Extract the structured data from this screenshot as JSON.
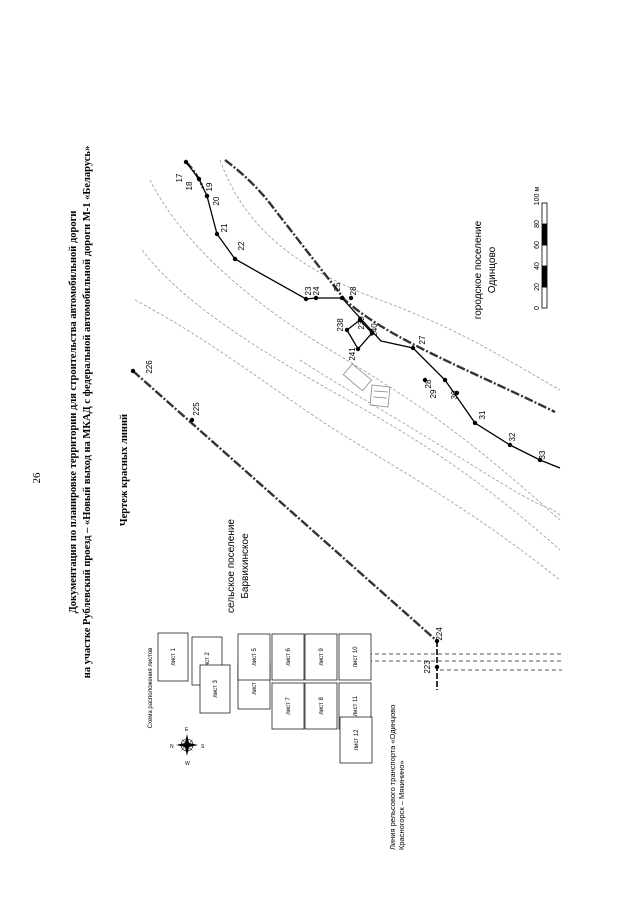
{
  "page_number": "26",
  "title": {
    "line1": "Документация по планировке территории для строительства автомобильной дороги",
    "line2": "на участке Рублевский проезд – «Новый выход на МКАД с федеральной автомобильной дороги М-1 «Беларусь»"
  },
  "drawing_title": "Чертеж красных линий",
  "areas": {
    "rural_line1": "сельское поселение",
    "rural_line2": "Барвихинское",
    "urban_line1": "городское поселение",
    "urban_line2": "Одинцово"
  },
  "railway_label": {
    "line1": "Линия рельсового транспорта «Одинцово",
    "line2": "Красногорск – Мякинино»"
  },
  "scale_bar": {
    "ticks": [
      "0",
      "20",
      "40",
      "60",
      "80",
      "100 м"
    ]
  },
  "scheme": {
    "title": "Схема расположения листов",
    "sheets": [
      "лист 1",
      "лист 2",
      "лист 3",
      "лист 4",
      "лист 5",
      "лист 6",
      "лист 7",
      "лист 8",
      "лист 9",
      "лист 10",
      "лист 11",
      "лист 12"
    ]
  },
  "compass": {
    "north": "N",
    "south": "S",
    "west": "W",
    "east": "E"
  },
  "point_labels": [
    "17",
    "18",
    "19",
    "20",
    "21",
    "22",
    "23",
    "24",
    "25",
    "28",
    "238",
    "239",
    "240",
    "241",
    "27",
    "28",
    "29",
    "30",
    "31",
    "32",
    "33",
    "226",
    "225",
    "224",
    "223"
  ],
  "colors": {
    "ink": "#000000",
    "road_edge": "#9a9a9a",
    "boundary": "#333333"
  }
}
